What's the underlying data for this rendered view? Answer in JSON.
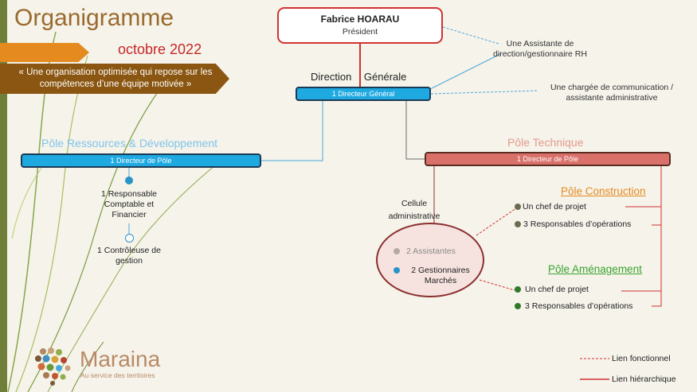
{
  "header": {
    "title": "Organigramme",
    "date": "octobre 2022",
    "tagline": "« Une organisation optimisée qui repose sur les compétences d’une équipe motivée »"
  },
  "president": {
    "name": "Fabrice HOARAU",
    "role": "Président"
  },
  "direction": {
    "label": "Direction Générale",
    "director": "1 Directeur Général",
    "assistant_rh": "Une Assistante de direction/gestionnaire RH",
    "communication": "Une chargée de communication / assistante administrative"
  },
  "pole_rd": {
    "title": "Pôle Ressources & Développement",
    "director": "1 Directeur de Pôle",
    "items": [
      "1 Responsable Comptable et Financier",
      "1 Contrôleuse de gestion"
    ]
  },
  "pole_tech": {
    "title": "Pôle Technique",
    "director": "1 Directeur de Pôle",
    "cellule": {
      "label": "Cellule administrative",
      "items": [
        "2 Assistantes",
        "2 Gestionnaires Marchés"
      ]
    },
    "construction": {
      "title": "Pôle Construction",
      "items": [
        "Un chef de projet",
        "3 Responsables d’opérations"
      ]
    },
    "amenagement": {
      "title": "Pôle Aménagement",
      "items": [
        "Un chef de projet",
        "3 Responsables d’opérations"
      ]
    }
  },
  "legend": {
    "functional": "Lien fonctionnel",
    "hierarchical": "Lien hiérarchique"
  },
  "logo": {
    "name": "Maraina",
    "tagline": "Au service des territoires"
  },
  "colors": {
    "blue": "#1ea9e1",
    "red": "#d13232",
    "orange": "#e58a1e",
    "green": "#3aa32f",
    "brown": "#8a5611"
  }
}
